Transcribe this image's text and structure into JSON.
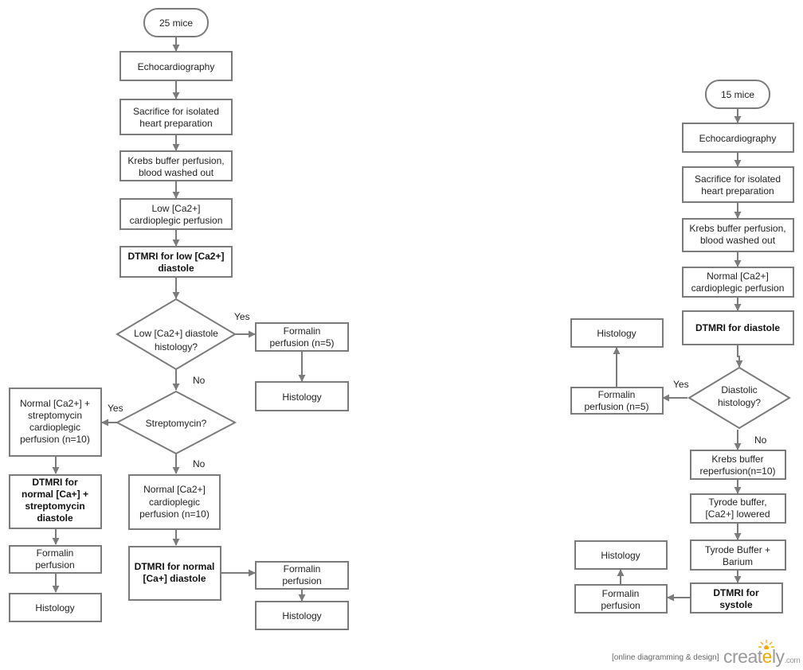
{
  "diagram": {
    "nodes": [
      {
        "id": "l_start",
        "lines": [
          "25 mice"
        ]
      },
      {
        "id": "l_echo",
        "lines": [
          "Echocardiography"
        ]
      },
      {
        "id": "l_sac",
        "lines": [
          "Sacrifice for isolated",
          "heart preparation"
        ]
      },
      {
        "id": "l_krebs",
        "lines": [
          "Krebs buffer perfusion,",
          "blood washed out"
        ]
      },
      {
        "id": "l_lowca",
        "lines": [
          "Low [Ca2+]",
          "cardioplegic perfusion"
        ]
      },
      {
        "id": "l_dtmri_low",
        "lines": [
          "DTMRI for low [Ca2+]",
          "diastole"
        ]
      },
      {
        "id": "l_dec1",
        "lines": [
          "Low [Ca2+] diastole",
          "histology?"
        ]
      },
      {
        "id": "l_form5",
        "lines": [
          "Formalin",
          "perfusion (n=5)"
        ]
      },
      {
        "id": "l_hist1",
        "lines": [
          "Histology"
        ]
      },
      {
        "id": "l_dec2",
        "lines": [
          "Streptomycin?"
        ]
      },
      {
        "id": "l_strep",
        "lines": [
          "Normal [Ca2+] +",
          "streptomycin",
          "cardioplegic",
          "perfusion (n=10)"
        ]
      },
      {
        "id": "l_normal10",
        "lines": [
          "Normal [Ca2+]",
          "cardioplegic",
          "perfusion (n=10)"
        ]
      },
      {
        "id": "l_dtmri_strep",
        "lines": [
          "DTMRI for",
          "normal [Ca+] +",
          "streptomycin",
          "diastole"
        ]
      },
      {
        "id": "l_dtmri_normal",
        "lines": [
          "DTMRI for normal",
          "[Ca+] diastole"
        ]
      },
      {
        "id": "l_form_a",
        "lines": [
          "Formalin",
          "perfusion"
        ]
      },
      {
        "id": "l_hist_a",
        "lines": [
          "Histology"
        ]
      },
      {
        "id": "l_form_b",
        "lines": [
          "Formalin",
          "perfusion"
        ]
      },
      {
        "id": "l_hist_b",
        "lines": [
          "Histology"
        ]
      },
      {
        "id": "r_start",
        "lines": [
          "15 mice"
        ]
      },
      {
        "id": "r_echo",
        "lines": [
          "Echocardiography"
        ]
      },
      {
        "id": "r_sac",
        "lines": [
          "Sacrifice for isolated",
          "heart preparation"
        ]
      },
      {
        "id": "r_krebs",
        "lines": [
          "Krebs buffer perfusion,",
          "blood washed out"
        ]
      },
      {
        "id": "r_normca",
        "lines": [
          "Normal [Ca2+]",
          "cardioplegic perfusion"
        ]
      },
      {
        "id": "r_dtmri_d",
        "lines": [
          "DTMRI for diastole"
        ]
      },
      {
        "id": "r_dec",
        "lines": [
          "Diastolic",
          "histology?"
        ]
      },
      {
        "id": "r_form5",
        "lines": [
          "Formalin",
          "perfusion (n=5)"
        ]
      },
      {
        "id": "r_hist1",
        "lines": [
          "Histology"
        ]
      },
      {
        "id": "r_krebs_re",
        "lines": [
          "Krebs buffer",
          "reperfusion(n=10)"
        ]
      },
      {
        "id": "r_tyrode1",
        "lines": [
          "Tyrode buffer,",
          "[Ca2+] lowered"
        ]
      },
      {
        "id": "r_tyrode2",
        "lines": [
          "Tyrode Buffer +",
          "Barium"
        ]
      },
      {
        "id": "r_dtmri_s",
        "lines": [
          "DTMRI for",
          "systole"
        ]
      },
      {
        "id": "r_form_c",
        "lines": [
          "Formalin",
          "perfusion"
        ]
      },
      {
        "id": "r_hist2",
        "lines": [
          "Histology"
        ]
      }
    ],
    "edge_labels": {
      "l_yes1": "Yes",
      "l_no1": "No",
      "l_yes2": "Yes",
      "l_no2": "No",
      "r_yes": "Yes",
      "r_no": "No"
    }
  },
  "branding": {
    "tagline": "[online diagramming & design]",
    "logo_main": "creat",
    "logo_y": "e",
    "logo_ly": "ly",
    "logo_domain": ".com"
  }
}
